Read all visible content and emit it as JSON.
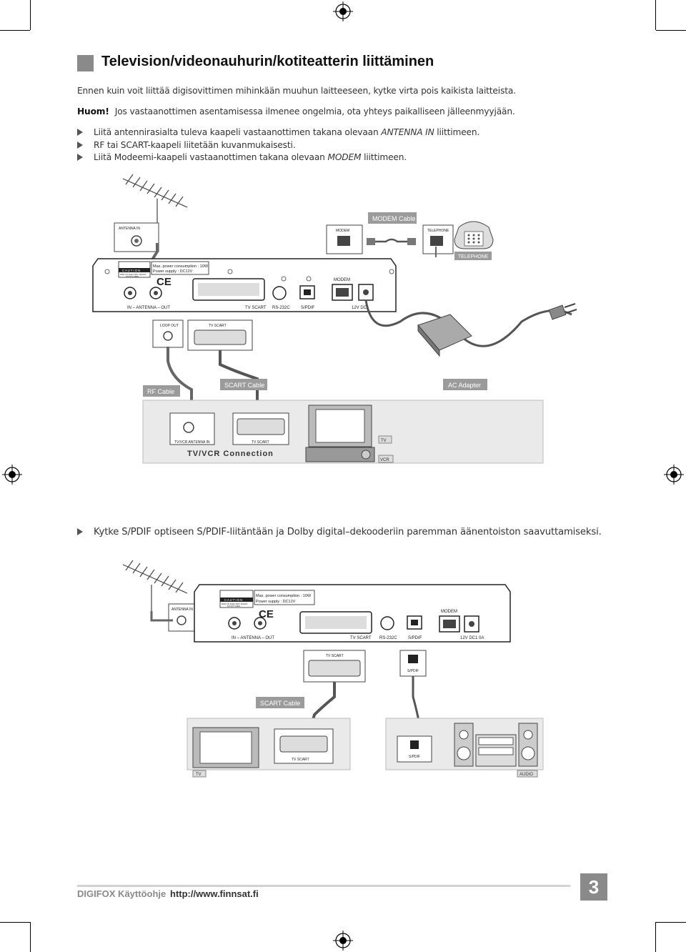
{
  "heading": "Television/videonauhurin/kotiteatterin liittäminen",
  "intro": "Ennen kuin voit liittää digisovittimen mihinkään muuhun laitteeseen, kytke virta pois kaikista laitteista.",
  "note": {
    "label": "Huom!",
    "text": "Jos vastaanottimen asentamisessa ilmenee ongelmia, ota yhteys paikalliseen jälleenmyyjään."
  },
  "steps": [
    {
      "pre": "Liitä antennirasialta tuleva kaapeli vastaanottimen takana olevaan ",
      "em": "ANTENNA IN",
      "post": " liittimeen."
    },
    {
      "pre": "RF tai SCART-kaapeli liitetään kuvanmukaisesti.",
      "em": "",
      "post": ""
    },
    {
      "pre": "Liitä Modeemi-kaapeli vastaanottimen takana olevaan ",
      "em": "MODEM",
      "post": " liittimeen."
    }
  ],
  "spdif_step": "Kytke S/PDIF optiseen S/PDIF-liitäntään ja Dolby digital–dekooderiin paremman äänentoiston saavuttamiseksi.",
  "figure1": {
    "wall_antenna_in": "ANTENNA IN",
    "wall_modem": "MODEM",
    "wall_telephone": "TELEPHONE",
    "modem_cable": "MODEM Cable",
    "telephone_label": "TELEPHONE",
    "caution": "C A U T I O N",
    "caution_sub1": "RISK OF ELECTRIC SHOCK",
    "caution_sub2": "DO NOT OPEN",
    "power1": "Max. power consumption : 10W",
    "power2": "Power supply : DC12V",
    "modem_port": "MODEM",
    "antenna_label": "IN – ANTENNA – OUT",
    "tv_scart": "TV SCART",
    "rs232": "RS-232C",
    "spdif": "S/PDIF",
    "dc": "12V DC",
    "loop_out": "LOOP OUT",
    "tv_scart_small": "TV SCART",
    "rf_cable": "RF Cable",
    "scart_cable": "SCART Cable",
    "ac_adapter": "AC Adapter",
    "tv_vcr_antenna": "TV/VCR ANTENNA IN",
    "tv_scart_bottom": "TV SCART",
    "tv_vcr_connection": "TV/VCR Connection",
    "tv": "TV",
    "vcr": "VCR"
  },
  "figure2": {
    "antenna_in": "ANTENNA IN",
    "caution": "C A U T I O N",
    "caution_sub1": "RISK OF ELECTRIC SHOCK",
    "caution_sub2": "DO NOT OPEN",
    "power1": "Max. power consumption : 10W",
    "power2": "Power supply : DC12V",
    "modem_port": "MODEM",
    "antenna_label": "IN – ANTENNA – OUT",
    "tv_scart": "TV SCART",
    "rs232": "RS-232C",
    "spdif": "S/PDIF",
    "dc": "12V DC1 0A",
    "tv_scart_small": "TV SCART",
    "spdif_small": "S/PDIF",
    "scart_cable": "SCART Cable",
    "tv_scart_tv": "TV SCART",
    "spdif_audio": "S/PDIF",
    "tv": "TV",
    "audio": "AUDIO"
  },
  "footer": {
    "manual": "DIGIFOX Käyttöohje",
    "url": "http://www.finnsat.fi",
    "page": "3"
  }
}
